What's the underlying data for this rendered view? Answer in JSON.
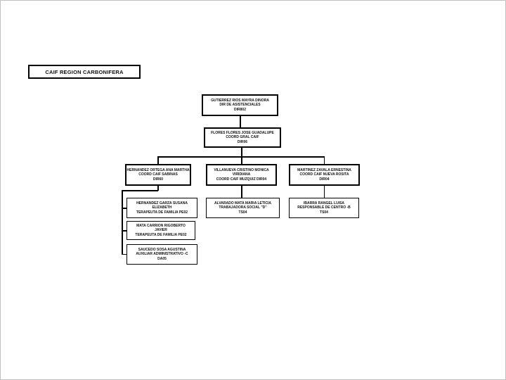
{
  "title_box": {
    "label": "CAIF REGION CARBONIFERA"
  },
  "nodes": {
    "director": {
      "lines": [
        "GUTIERREZ RIOS MAYRA DINORA",
        "DIR DE ASISTENCIALES",
        "DIR802"
      ]
    },
    "coord_general": {
      "lines": [
        "FLORES FLORES JOSE GUADALUPE",
        "COORD GRAL CAIF",
        "DIR06"
      ]
    },
    "coord_sabinas": {
      "lines": [
        "HERNANDEZ ORTEGA ANA MARTHA",
        "COORD CAIF SABINAS",
        "DIR60"
      ]
    },
    "coord_muzquiz": {
      "lines": [
        "VILLANUEVA CRISTINO MONICA",
        "VIRIDIANA",
        "COORD CAIF MUZQUIZ DIR04"
      ]
    },
    "coord_nueva_rosita": {
      "lines": [
        "MARTINEZ ZAVALA ERNESTINA",
        "COORD CAIF NUEVA ROSITA",
        "DIR04"
      ]
    },
    "sabinas_staff_1": {
      "lines": [
        "HERNANDEZ GARZA SUSANA",
        "ELIZABETH",
        "TERAPEUTA DE FAMILIA PE02"
      ]
    },
    "sabinas_staff_2": {
      "lines": [
        "MATA CARRION RIGOBERTO",
        "JAVIER",
        "TERAPEUTA DE FAMILIA PE02"
      ]
    },
    "sabinas_staff_3": {
      "lines": [
        "SAUCEDO SOSA AGUSTINA",
        "AUXILIAR ADMINISTRATIVO -C",
        "DA05"
      ]
    },
    "muzquiz_staff_1": {
      "lines": [
        "ALVARADO MATA MARIA LETICIA",
        "TRABAJADORA SOCIAL \"D\"",
        "TS04"
      ]
    },
    "nueva_rosita_staff_1": {
      "lines": [
        "IBARRA RANGEL LUISA",
        "RESPONSABLE DE CENTRO -B",
        "TS04"
      ]
    }
  },
  "colors": {
    "background": "#ffffff",
    "box_border": "#000000",
    "text": "#111111"
  }
}
